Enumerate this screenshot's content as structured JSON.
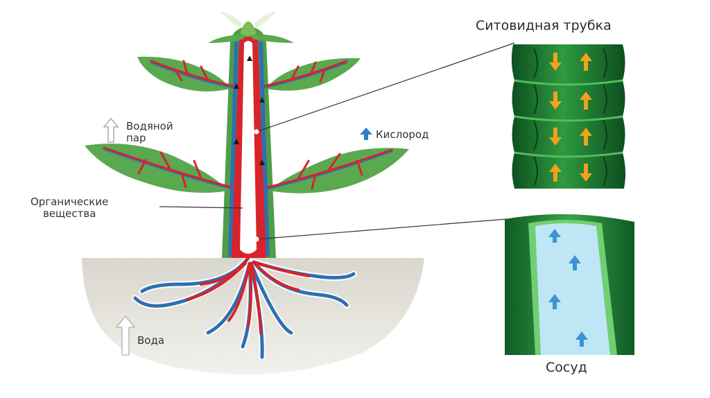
{
  "labels": {
    "water_vapor": "Водяной\nпар",
    "oxygen": "Кислород",
    "organic": "Органические\nвещества",
    "water": "Вода",
    "sieve_tube": "Ситовидная трубка",
    "vessel": "Сосуд"
  },
  "colors": {
    "leaf": "#5aa84f",
    "leaf_dark": "#3f8a3c",
    "stem": "#4e9e48",
    "phloem": "#d8232a",
    "xylem": "#2f6fb0",
    "soil": "#e2e0d8",
    "sieve_dark": "#0f5a25",
    "sieve_light": "#2f9a3f",
    "arrow_orange": "#f2a11d",
    "vessel_water": "#bfe6f5",
    "arrow_blue": "#3b93d6"
  },
  "icons": {
    "vapor_arrow": "outline-up-arrow-icon",
    "oxygen_arrow": "blue-up-arrow-icon",
    "water_arrow": "outline-up-arrow-icon"
  }
}
